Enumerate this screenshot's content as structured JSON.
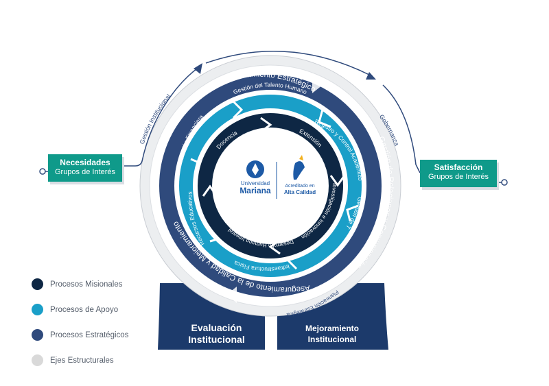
{
  "colors": {
    "misionales": "#0e2744",
    "apoyo": "#1a9fc8",
    "estrategicos": "#2f4a7c",
    "ejes": "#d9d9d9",
    "teal": "#0f9a8a",
    "base_dark": "#1c3a6b"
  },
  "left_box": {
    "title": "Necesidades",
    "subtitle": "Grupos de Interés"
  },
  "right_box": {
    "title": "Satisfacción",
    "subtitle": "Grupos de Interés"
  },
  "base": {
    "left": {
      "line1": "Evaluación",
      "line2": "Institucional"
    },
    "right": {
      "line1": "Mejoramiento",
      "line2": "Institucional"
    }
  },
  "outer_ring": {
    "top": "Direccionamiento Estratégico",
    "right": "Gestión de Relaciones y Comunicación",
    "bottom": "Aseguramiento de la Calidad y Mejoramiento"
  },
  "ejes": {
    "left": "Gestión Institucional",
    "right": "Gobernanza",
    "bottom": "Planeación Estratégica"
  },
  "support_ring": [
    "Gestión del Talento Humano",
    "Registro y Control Académico",
    "Gestión de TIC",
    "Infraestructura Física",
    "Recursos Educativos",
    "Gestión Financiera"
  ],
  "missional_ring": [
    "Extensión",
    "Investigación e Innovación",
    "Desarrollo Humano Integral",
    "Docencia"
  ],
  "logos": {
    "left_line1": "Universidad",
    "left_line2": "Mariana",
    "right_line1": "Acreditado en",
    "right_line2": "Alta Calidad"
  },
  "legend": [
    {
      "label": "Procesos Misionales",
      "color": "#0e2744"
    },
    {
      "label": "Procesos de Apoyo",
      "color": "#1a9fc8"
    },
    {
      "label": "Procesos Estratégicos",
      "color": "#2f4a7c"
    },
    {
      "label": "Ejes Estructurales",
      "color": "#d9d9d9"
    }
  ]
}
